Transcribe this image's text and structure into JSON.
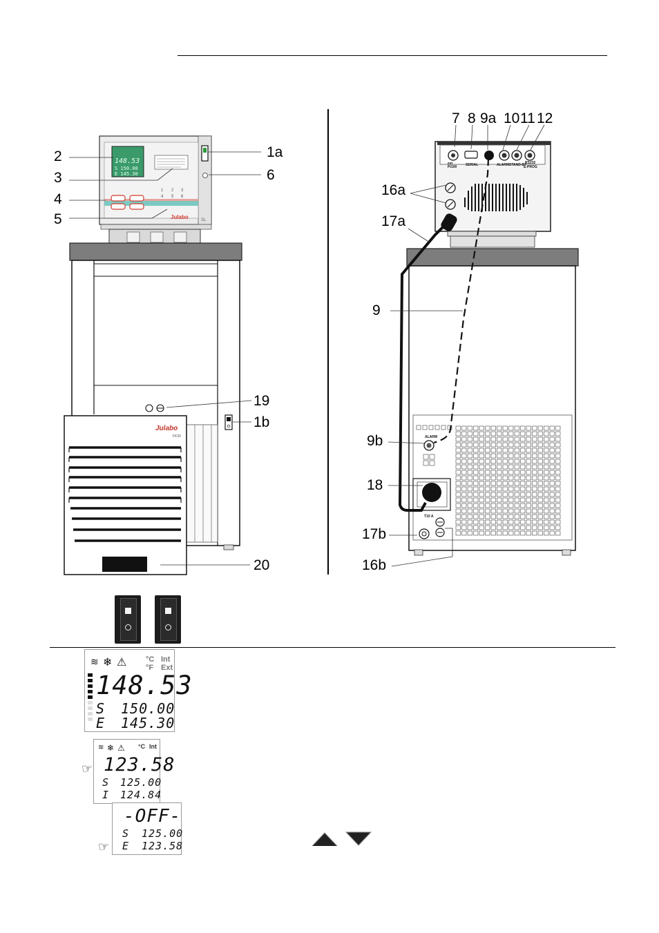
{
  "front_view": {
    "callouts": [
      "2",
      "3",
      "4",
      "5",
      "1a",
      "6",
      "19",
      "1b",
      "20"
    ],
    "brand": "Julabo",
    "model": "FK30",
    "head_model": "SL",
    "display_main": "148.53",
    "display_set": "150.00",
    "display_ext": "145.30"
  },
  "rear_view": {
    "callouts_top": [
      "7",
      "8",
      "9a",
      "10",
      "11",
      "12"
    ],
    "callouts_side": [
      "16a",
      "17a",
      "9",
      "9b",
      "18",
      "17b",
      "16b"
    ],
    "connector_labels": [
      "ext Pt100",
      "SERIAL",
      "ALARM",
      "STAND-BY",
      "RS232",
      "E-PROG"
    ],
    "alarm_label": "ALARM",
    "fuse_label": "T10 A"
  },
  "lcd_full": {
    "icons": [
      "heater-icon",
      "cooling-icon",
      "warning-icon"
    ],
    "unit_c": "°C",
    "unit_f": "°F",
    "mode_int": "Int",
    "mode_ext": "Ext",
    "main": "148.53",
    "set_prefix": "S",
    "set_value": "150.00",
    "ext_prefix": "E",
    "ext_value": "145.30"
  },
  "lcd_int": {
    "unit_c": "°C",
    "mode_int": "Int",
    "main": "123.58",
    "set_prefix": "S",
    "set_value": "125.00",
    "int_prefix": "I",
    "int_value": "124.84"
  },
  "lcd_off": {
    "main": "-OFF-",
    "set_prefix": "S",
    "set_value": "125.00",
    "ext_prefix": "E",
    "ext_value": "123.58"
  }
}
